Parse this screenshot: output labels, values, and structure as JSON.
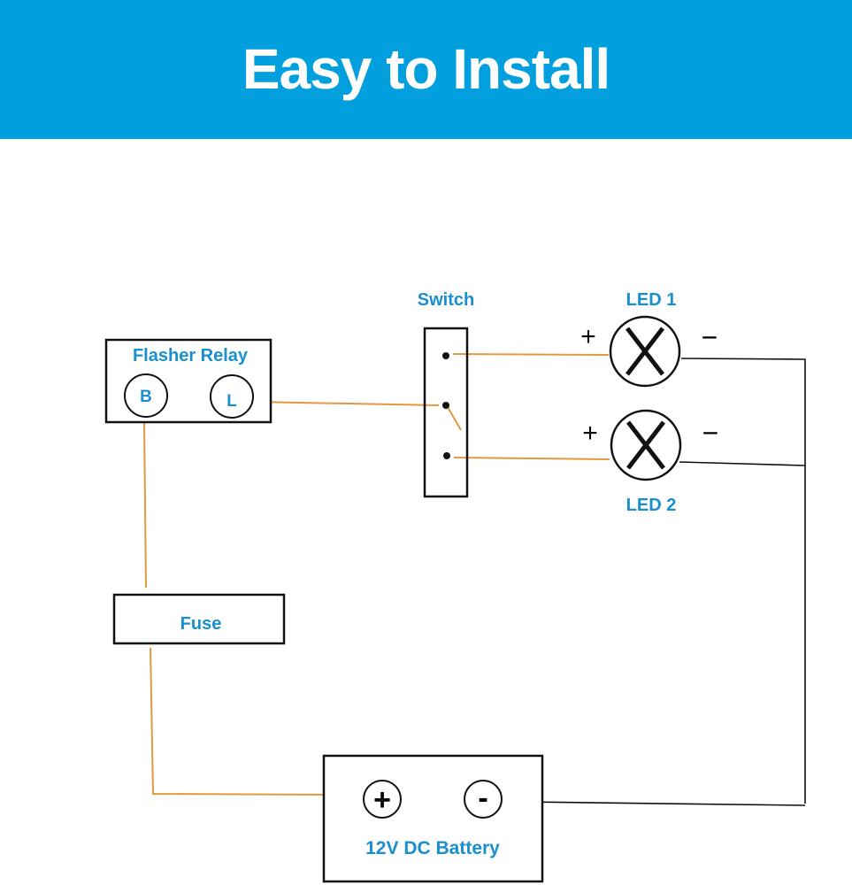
{
  "header": {
    "title": "Easy to Install"
  },
  "colors": {
    "banner": "#029fde",
    "label": "#1a8fd0",
    "hot_wire": "#e19a3c",
    "ground_wire": "#111111"
  },
  "components": {
    "flasher_relay": {
      "label": "Flasher Relay",
      "terminal_b": "B",
      "terminal_l": "L"
    },
    "switch": {
      "label": "Switch"
    },
    "led1": {
      "label": "LED 1",
      "plus": "+",
      "minus": "−"
    },
    "led2": {
      "label": "LED 2",
      "plus": "+",
      "minus": "−"
    },
    "fuse": {
      "label": "Fuse"
    },
    "battery": {
      "label": "12V DC Battery",
      "plus": "+",
      "minus": "-"
    }
  }
}
